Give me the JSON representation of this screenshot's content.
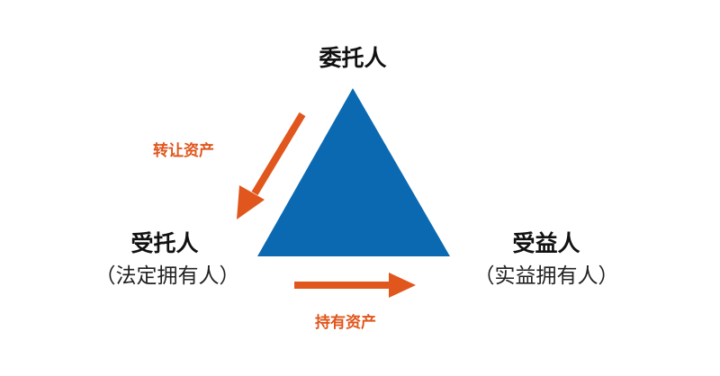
{
  "nodes": {
    "top": {
      "label": "委托人"
    },
    "left": {
      "label": "受托人",
      "sub": "（法定拥有人）"
    },
    "right": {
      "label": "受益人",
      "sub": "（实益拥有人）"
    }
  },
  "edges": {
    "transfer": {
      "label": "转让资产"
    },
    "hold": {
      "label": "持有资产"
    }
  },
  "colors": {
    "triangle": "#0a69b0",
    "arrow": "#e0561c",
    "text": "#111111"
  }
}
